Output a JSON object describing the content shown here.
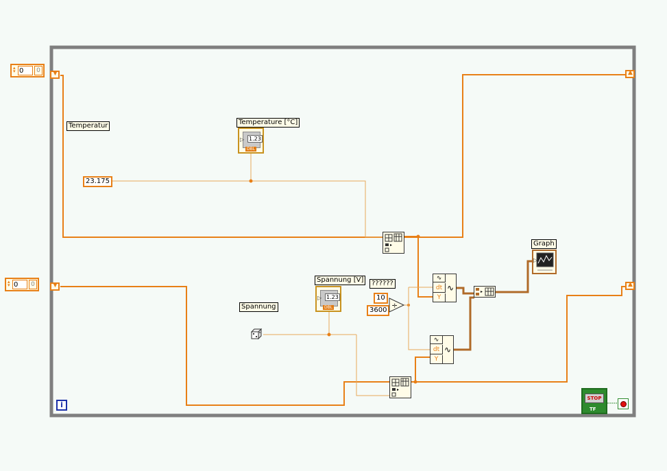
{
  "diagram": {
    "labels": {
      "temperatur": "Temperatur",
      "spannung": "Spannung",
      "graph": "Graph",
      "temperature_indicator": "Temperature [°C]",
      "spannung_indicator": "Spannung [V]",
      "unknown_label": "??????"
    },
    "constants": {
      "temperature_value": "23.175",
      "ten": "10",
      "seconds_per_hour": "3600"
    },
    "controls": {
      "shift_reg_1_value": "0",
      "shift_reg_1_index": "0",
      "shift_reg_2_value": "0",
      "shift_reg_2_index": "0"
    },
    "indicators": {
      "numeric_display": "1.23",
      "numeric_type": "DBL"
    },
    "waveform_pins": {
      "dt": "dt",
      "y": "Y"
    },
    "stop_button": {
      "label": "STOP",
      "tag": "TF"
    },
    "info_icon": "i",
    "colors": {
      "background": "#f5faf7",
      "frame": "#7f7f7f",
      "double_wire": "#e87f16",
      "cluster_wire": "#b06a28",
      "boolean_wire": "#2e8b2e"
    }
  }
}
